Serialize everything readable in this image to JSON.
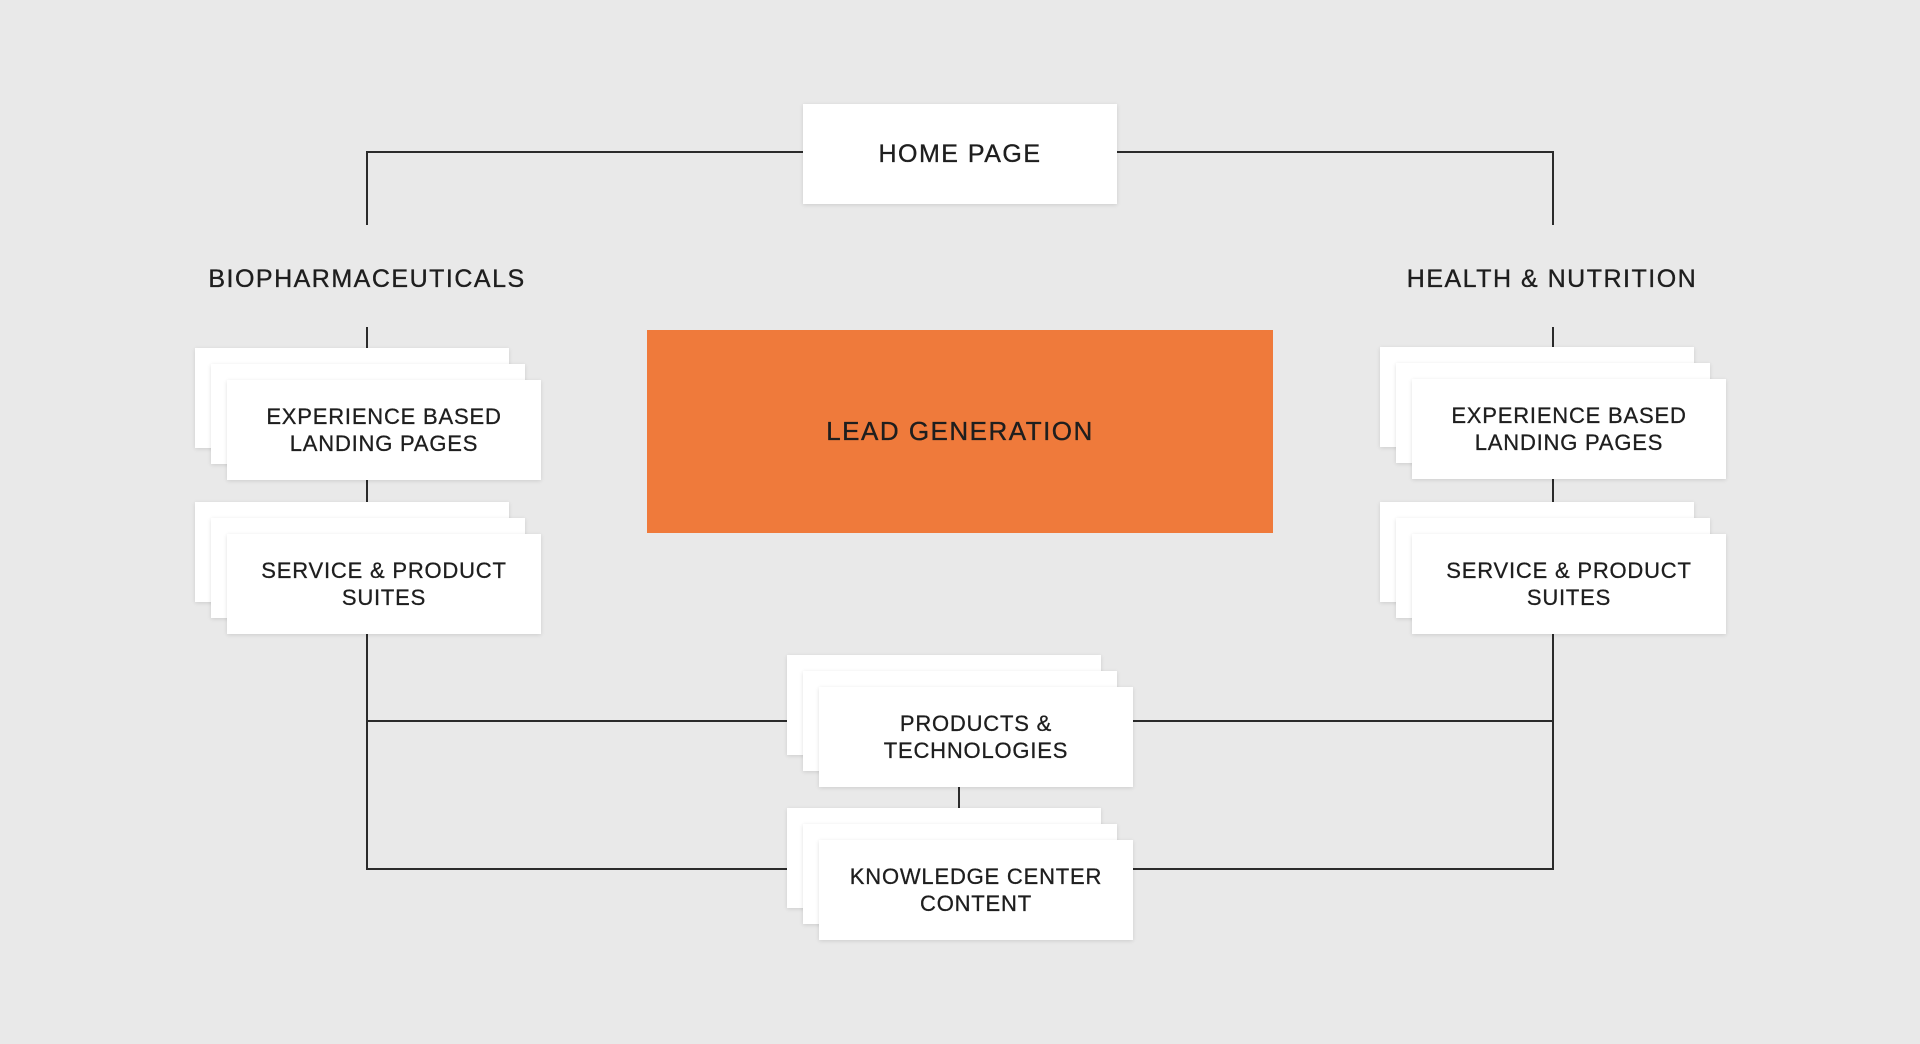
{
  "title": "Lead generation sitemap diagram",
  "colors": {
    "background": "#E9E9E9",
    "card": "#FFFFFF",
    "accent_orange": "#EF7A3B",
    "line": "#2B2B2B",
    "text": "#1E1E1E"
  },
  "diagram": {
    "home": {
      "label": "HOME PAGE"
    },
    "lead_generation": {
      "label": "LEAD GENERATION"
    },
    "left_branch": {
      "label": "BIOPHARMACEUTICALS",
      "cards": [
        "EXPERIENCE BASED\nLANDING PAGES",
        "SERVICE & PRODUCT\nSUITES"
      ]
    },
    "right_branch": {
      "label": "HEALTH & NUTRITION",
      "cards": [
        "EXPERIENCE BASED\nLANDING PAGES",
        "SERVICE & PRODUCT\nSUITES"
      ]
    },
    "shared": {
      "cards": [
        "PRODUCTS &\nTECHNOLOGIES",
        "KNOWLEDGE CENTER\nCONTENT"
      ]
    }
  }
}
